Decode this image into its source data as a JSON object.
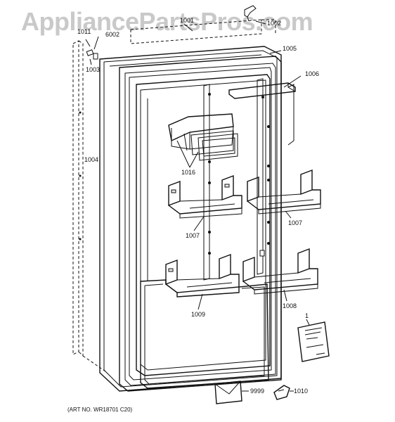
{
  "watermark": "AppliancePartsPros.com",
  "art_number": "(ART NO. WR18701 C20)",
  "parts": {
    "p1": "1",
    "p1001": "1001",
    "p1002": "1002",
    "p1003": "1003",
    "p1004": "1004",
    "p1005": "1005",
    "p1006": "1006",
    "p1007a": "1007",
    "p1007b": "1007",
    "p1008": "1008",
    "p1009": "1009",
    "p1010": "1010",
    "p1011": "1011",
    "p1016": "1016",
    "p6002": "6002",
    "p9999": "9999"
  }
}
